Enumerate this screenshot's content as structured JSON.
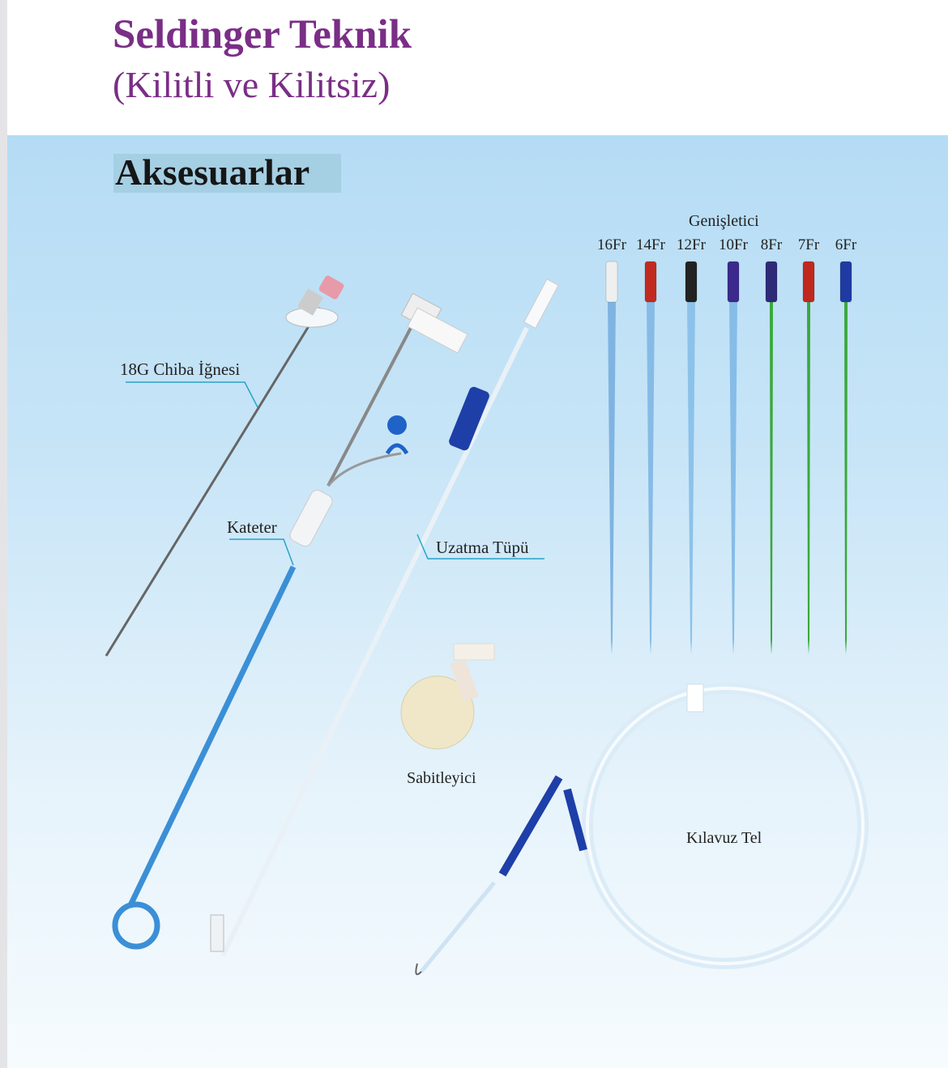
{
  "header": {
    "title": "Seldinger Teknik",
    "subtitle": "(Kilitli ve Kilitsiz)"
  },
  "section": {
    "title": "Aksesuarlar"
  },
  "labels": {
    "chiba": "18G Chiba İğnesi",
    "kateter": "Kateter",
    "uzatma": "Uzatma Tüpü",
    "sabitleyici": "Sabitleyici",
    "kilavuz": "Kılavuz Tel",
    "genisletici": "Genişletici"
  },
  "dilators": [
    {
      "size": "16Fr",
      "hub": "#eef0f0",
      "shaft": "#7fb4e2"
    },
    {
      "size": "14Fr",
      "hub": "#c22a20",
      "shaft": "#86bbe6"
    },
    {
      "size": "12Fr",
      "hub": "#222222",
      "shaft": "#8cc2ea"
    },
    {
      "size": "10Fr",
      "hub": "#3b2a8c",
      "shaft": "#86bce8"
    },
    {
      "size": "8Fr",
      "hub": "#2e2a78",
      "shaft": "#3aa83a"
    },
    {
      "size": "7Fr",
      "hub": "#c0281e",
      "shaft": "#3aa83a"
    },
    {
      "size": "6Fr",
      "hub": "#1f3aa2",
      "shaft": "#3aa83a"
    }
  ],
  "colors": {
    "title": "#7a2e86",
    "accent_blue": "#1f3aa2",
    "catheter": "#3b8fd6"
  }
}
